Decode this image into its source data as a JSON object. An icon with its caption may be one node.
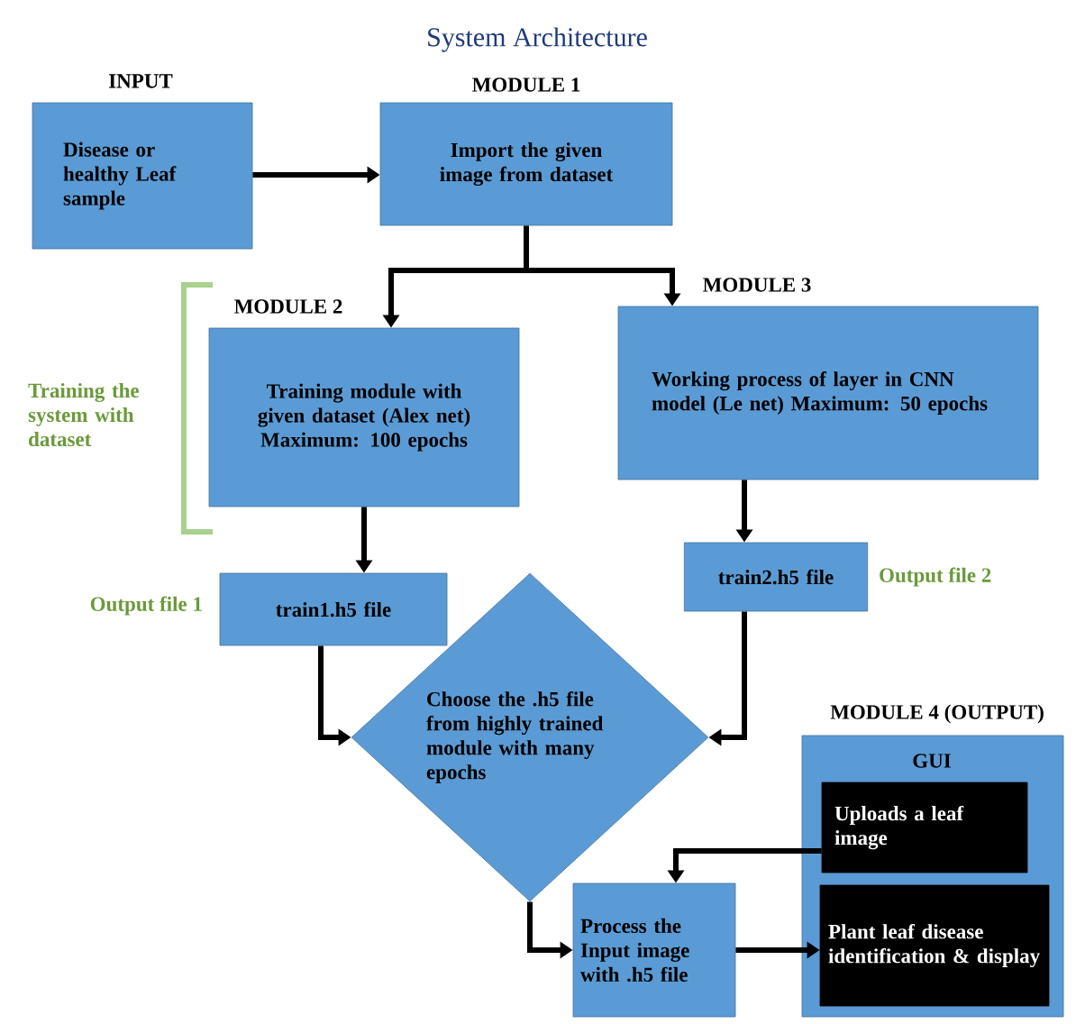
{
  "diagram": {
    "title": "System Architecture",
    "nodes": [
      {
        "text": [
          "INPUT",
          "Disease or healthy Leaf sample"
        ]
      },
      {
        "text": [
          "MODULE 1",
          "Import the given image from dataset"
        ]
      },
      {
        "text": [
          "MODULE 2",
          "Training module with given dataset (Alex net) Maximum: 100 epochs"
        ]
      },
      {
        "text": [
          "MODULE 3",
          "Working process of layer in CNN model (Le net) Maximum: 50 epochs"
        ]
      },
      {
        "text": [
          "train1.h5 file"
        ],
        "beside": [
          "Output file 1"
        ]
      },
      {
        "text": [
          "train2.h5 file"
        ],
        "beside": [
          "Output file 2"
        ]
      },
      {
        "text": [
          "Choose the .h5 file from highly trained module with many epochs"
        ]
      },
      {
        "text": [
          "MODULE 4 (OUTPUT)",
          "GUI"
        ]
      },
      {
        "text": [
          "Uploads a leaf image"
        ],
        "in": 7
      },
      {
        "text": [
          "Process the Input image with .h5 file"
        ]
      },
      {
        "text": [
          "Plant leaf disease identification & display"
        ],
        "in": 7
      }
    ],
    "edges": [
      {
        "from": 0,
        "to": 1,
        "arrow": "to"
      },
      {
        "from": 1,
        "to": 2,
        "arrow": "to"
      },
      {
        "from": 1,
        "to": 3,
        "arrow": "to"
      },
      {
        "from": 2,
        "to": 4,
        "arrow": "to"
      },
      {
        "from": 3,
        "to": 5,
        "arrow": "to"
      },
      {
        "from": 4,
        "to": 6,
        "arrow": "to"
      },
      {
        "from": 5,
        "to": 6,
        "arrow": "to"
      },
      {
        "from": 6,
        "to": 9,
        "arrow": "to"
      },
      {
        "from": 8,
        "to": 9,
        "arrow": "to"
      },
      {
        "from": 9,
        "to": 10,
        "arrow": "to"
      }
    ],
    "labels": [
      "Training the system with dataset"
    ]
  }
}
